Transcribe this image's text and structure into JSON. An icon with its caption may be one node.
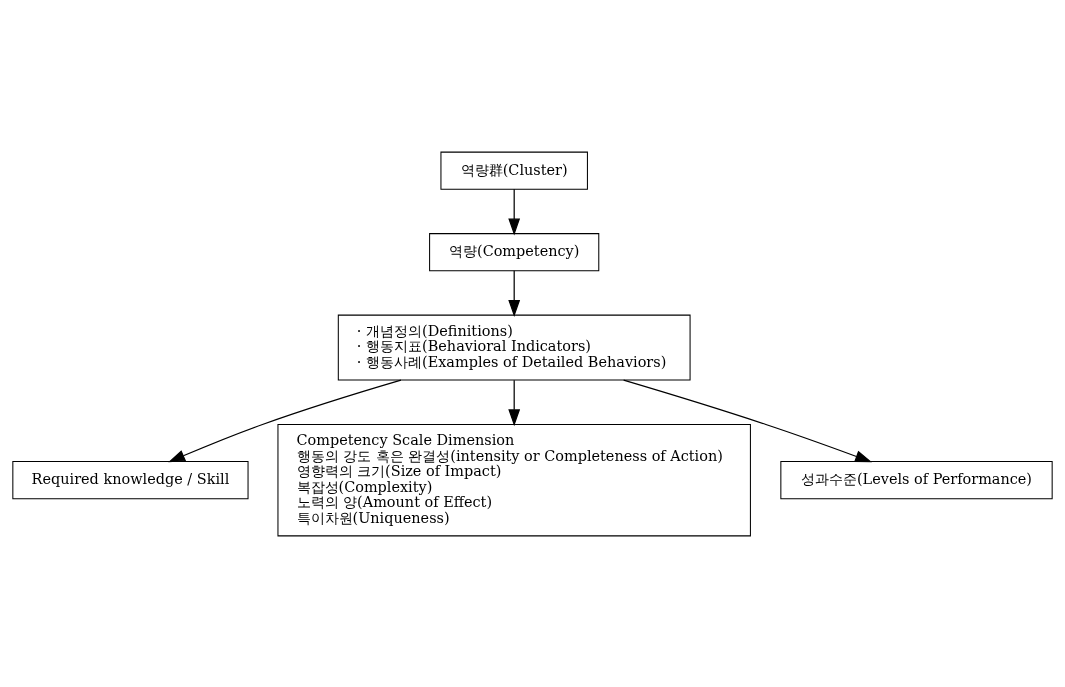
{
  "diagram": {
    "nodes": [
      {
        "text": [
          "역량群(Cluster)"
        ]
      },
      {
        "text": [
          "역량(Competency)"
        ]
      },
      {
        "text": [
          "· 개념정의(Definitions)",
          "· 행동지표(Behavioral Indicators)",
          "· 행동사례(Examples of Detailed Behaviors)"
        ]
      },
      {
        "text": [
          "Required knowledge / Skill"
        ]
      },
      {
        "text": [
          "Competency Scale Dimension",
          "행동의 강도 혹은 완결성(intensity or Completeness of Action)",
          "영향력의 크기(Size of Impact)",
          "복잡성(Complexity)",
          "노력의 양(Amount of Effect)",
          "특이차원(Uniqueness)"
        ]
      },
      {
        "text": [
          "성과수준(Levels of Performance)"
        ]
      }
    ],
    "edges": [
      {
        "from": 0,
        "to": 1,
        "arrow": "to"
      },
      {
        "from": 1,
        "to": 2,
        "arrow": "to"
      },
      {
        "from": 2,
        "to": 3,
        "arrow": "to"
      },
      {
        "from": 2,
        "to": 4,
        "arrow": "to"
      },
      {
        "from": 2,
        "to": 5,
        "arrow": "to"
      }
    ]
  }
}
